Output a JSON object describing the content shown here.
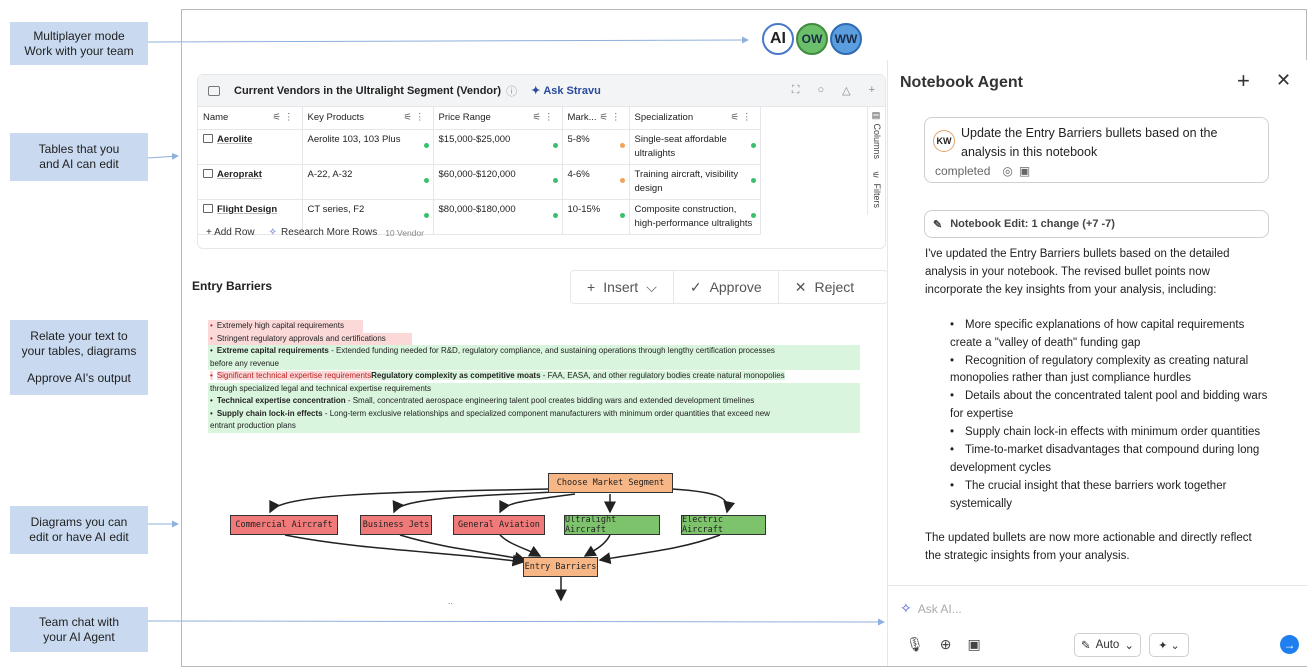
{
  "callouts": {
    "multiplayer": [
      "Multiplayer mode",
      "Work with your team"
    ],
    "tables": [
      "Tables that you",
      "and AI can edit"
    ],
    "relate": [
      "Relate  your text to",
      "your tables, diagrams",
      "Approve AI's output"
    ],
    "diagrams": [
      "Diagrams you can",
      "edit or have AI edit"
    ],
    "chat": [
      "Team chat with",
      "your AI Agent"
    ]
  },
  "avatars": [
    "AI",
    "OW",
    "WW"
  ],
  "table": {
    "title": "Current Vendors in the Ultralight Segment (Vendor)",
    "info_icon": "ⓘ",
    "ask_label": "Ask Stravu",
    "columns": [
      "Name",
      "Key Products",
      "Price Range",
      "Mark...",
      "Specialization"
    ],
    "rows": [
      {
        "name": "Aerolite",
        "products": "Aerolite 103, 103 Plus",
        "price": "$15,000-$25,000",
        "market": "5-8%",
        "spec": "Single-seat affordable ultralights",
        "market_dot": "o"
      },
      {
        "name": "Aeroprakt",
        "products": "A-22, A-32",
        "price": "$60,000-$120,000",
        "market": "4-6%",
        "spec": "Training aircraft, visibility design",
        "market_dot": "o"
      },
      {
        "name": "Flight Design",
        "products": "CT series, F2",
        "price": "$80,000-$180,000",
        "market": "10-15%",
        "spec": "Composite construction, high-performance ultralights",
        "market_dot": "g"
      }
    ],
    "side_tabs": [
      "Columns",
      "Filters"
    ],
    "add_row": "+ Add Row",
    "research": "Research More Rows",
    "count": "10 Vendor",
    "status_colors": {
      "green": "#3bbf6e",
      "orange": "#f2a35a"
    }
  },
  "entry_barriers": {
    "title": "Entry Barriers",
    "insert": "Insert",
    "approve": "Approve",
    "reject": "Reject",
    "b1": "Extremely high capital requirements",
    "b2": "Stringent regulatory approvals and certifications",
    "b3_bold": "Extreme capital requirements",
    "b3_rest": " - Extended funding needed for R&D, regulatory compliance, and sustaining operations through lengthy certification processes",
    "b3_cont": "before any revenue",
    "b4_red": "Significant technical expertise requirements",
    "b4_bold": "Regulatory complexity as competitive moats",
    "b4_rest": " - FAA, EASA, and other regulatory bodies create natural monopolies",
    "b4_cont": "through specialized legal and technical expertise requirements",
    "b5_bold": "Technical expertise concentration",
    "b5_rest": " - Small, concentrated aerospace engineering talent pool creates bidding wars and extended development timelines",
    "b6_bold": "Supply chain lock-in effects",
    "b6_rest": " - Long-term exclusive relationships and specialized component manufacturers with minimum order quantities that exceed new",
    "b6_cont": "entrant production plans"
  },
  "diagram": {
    "top": "Choose Market Segment",
    "segments": [
      "Commercial Aircraft",
      "Business Jets",
      "General Aviation",
      "Ultralight Aircraft",
      "Electric Aircraft"
    ],
    "bottom": "Entry Barriers",
    "colors": {
      "orange": "#f7b686",
      "red": "#f07a7a",
      "green": "#7dc36b"
    }
  },
  "agent": {
    "title": "Notebook Agent",
    "plus": "+",
    "close": "✕",
    "user_initials": "KW",
    "request": "Update the Entry Barriers bullets based on the analysis in this notebook",
    "status": "completed",
    "edit_chip": "Notebook Edit: 1 change (+7 -7)",
    "intro": "I've updated the Entry Barriers bullets based on the detailed analysis in your notebook. The revised bullet points now incorporate the key insights from your analysis, including:",
    "points": [
      "More specific explanations of how capital requirements create a \"valley of death\" funding gap",
      "Recognition of regulatory complexity as creating natural monopolies rather than just compliance hurdles",
      "Details about the concentrated talent pool and bidding wars for expertise",
      "Supply chain lock-in effects with minimum order quantities",
      "Time-to-market disadvantages that compound during long development cycles",
      "The crucial insight that these barriers work together systemically"
    ],
    "outro": "The updated bullets are now more actionable and directly reflect the strategic insights from your analysis.",
    "input_placeholder": "Ask AI...",
    "auto_label": "Auto",
    "send": "→"
  }
}
